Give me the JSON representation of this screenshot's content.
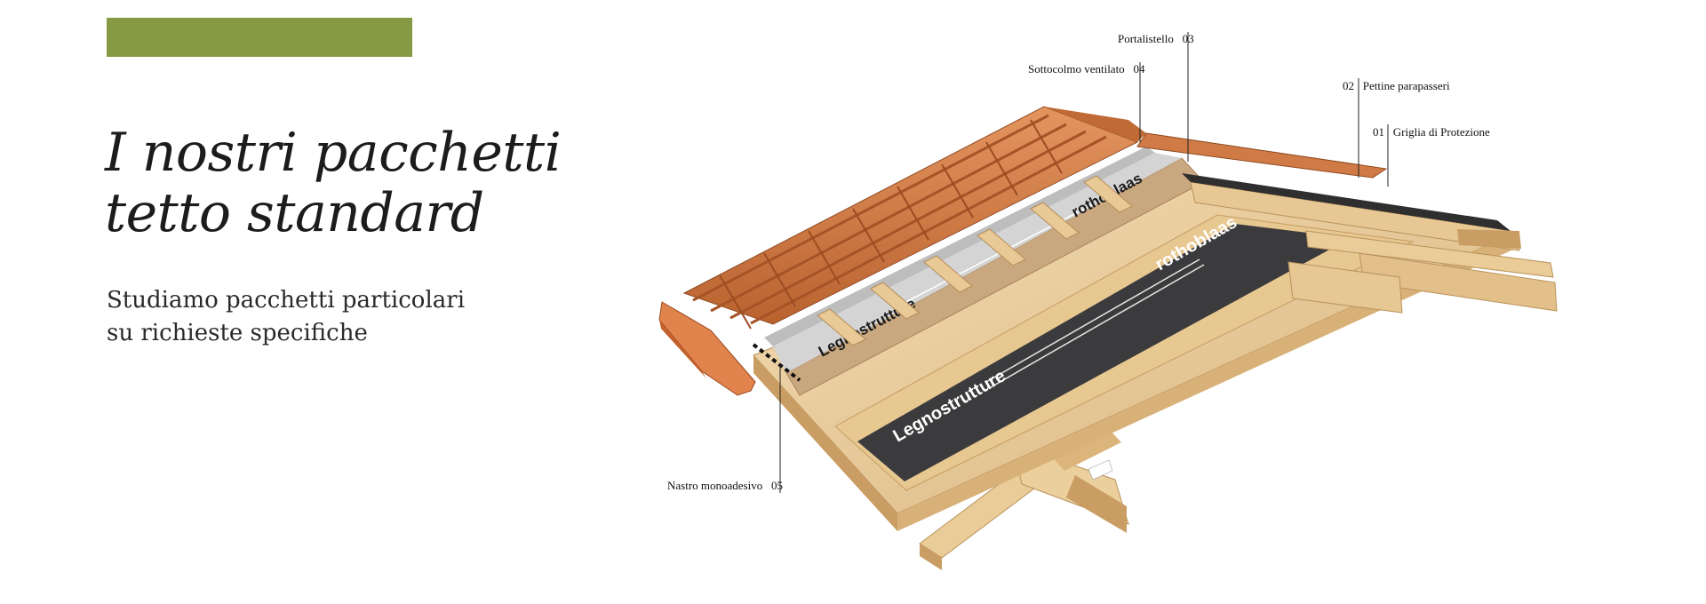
{
  "brand": {
    "accent_color": "#869a44"
  },
  "heading": {
    "line1": "I nostri pacchetti",
    "line2": "tetto standard"
  },
  "subheading": {
    "line1": "Studiamo pacchetti particolari",
    "line2": "su richieste specifiche"
  },
  "membrane_logos": {
    "legno": "Legnostrutture",
    "rotho": "rothoblaas"
  },
  "callouts": [
    {
      "number": "03",
      "label": "Portalistello"
    },
    {
      "number": "04",
      "label": "Sottocolmo ventilato"
    },
    {
      "number": "02",
      "label": "Pettine parapasseri"
    },
    {
      "number": "01",
      "label": "Griglia di Protezione"
    },
    {
      "number": "05",
      "label": "Nastro monoadesivo"
    }
  ]
}
